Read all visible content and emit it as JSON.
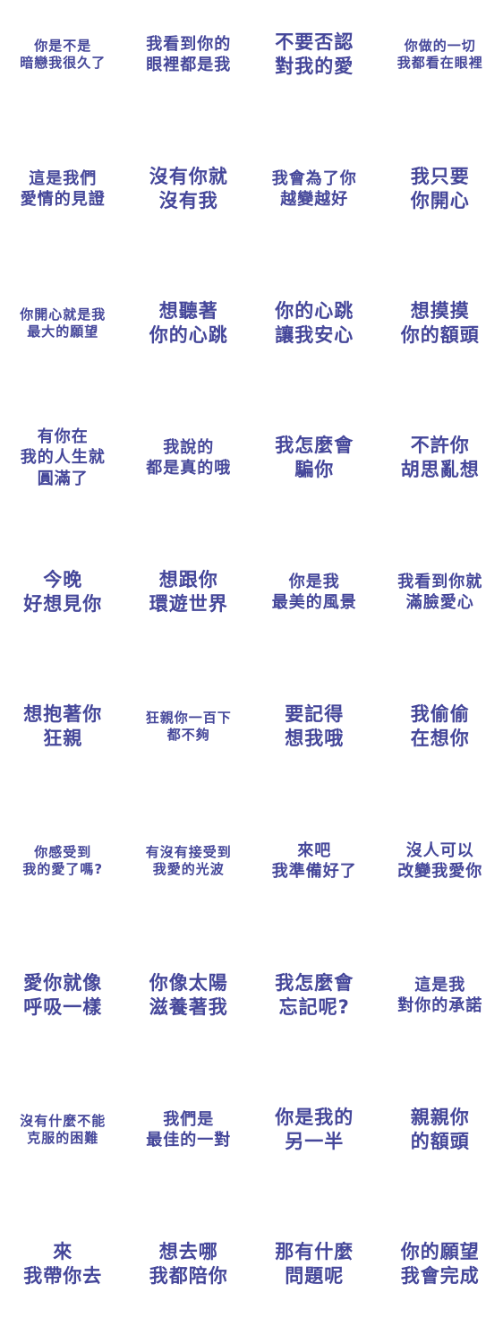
{
  "theme": {
    "text_color": "#45479a",
    "background": "#ffffff"
  },
  "stickers": [
    {
      "lines": [
        "你是不是",
        "暗戀我很久了"
      ]
    },
    {
      "lines": [
        "我看到你的",
        "眼裡都是我"
      ]
    },
    {
      "lines": [
        "不要否認",
        "對我的愛"
      ]
    },
    {
      "lines": [
        "你做的一切",
        "我都看在眼裡"
      ]
    },
    {
      "lines": [
        "這是我們",
        "愛情的見證"
      ]
    },
    {
      "lines": [
        "沒有你就",
        "沒有我"
      ]
    },
    {
      "lines": [
        "我會為了你",
        "越變越好"
      ]
    },
    {
      "lines": [
        "我只要",
        "你開心"
      ]
    },
    {
      "lines": [
        "你開心就是我",
        "最大的願望"
      ]
    },
    {
      "lines": [
        "想聽著",
        "你的心跳"
      ]
    },
    {
      "lines": [
        "你的心跳",
        "讓我安心"
      ]
    },
    {
      "lines": [
        "想摸摸",
        "你的額頭"
      ]
    },
    {
      "lines": [
        "有你在",
        "我的人生就",
        "圓滿了"
      ]
    },
    {
      "lines": [
        "我說的",
        "都是真的哦"
      ]
    },
    {
      "lines": [
        "我怎麼會",
        "騙你"
      ]
    },
    {
      "lines": [
        "不許你",
        "胡思亂想"
      ]
    },
    {
      "lines": [
        "今晚",
        "好想見你"
      ]
    },
    {
      "lines": [
        "想跟你",
        "環遊世界"
      ]
    },
    {
      "lines": [
        "你是我",
        "最美的風景"
      ]
    },
    {
      "lines": [
        "我看到你就",
        "滿臉愛心"
      ]
    },
    {
      "lines": [
        "想抱著你",
        "狂親"
      ]
    },
    {
      "lines": [
        "狂親你一百下",
        "都不夠"
      ]
    },
    {
      "lines": [
        "要記得",
        "想我哦"
      ]
    },
    {
      "lines": [
        "我偷偷",
        "在想你"
      ]
    },
    {
      "lines": [
        "你感受到",
        "我的愛了嗎?"
      ]
    },
    {
      "lines": [
        "有沒有接受到",
        "我愛的光波"
      ]
    },
    {
      "lines": [
        "來吧",
        "我準備好了"
      ]
    },
    {
      "lines": [
        "沒人可以",
        "改變我愛你"
      ]
    },
    {
      "lines": [
        "愛你就像",
        "呼吸一樣"
      ]
    },
    {
      "lines": [
        "你像太陽",
        "滋養著我"
      ]
    },
    {
      "lines": [
        "我怎麼會",
        "忘記呢?"
      ]
    },
    {
      "lines": [
        "這是我",
        "對你的承諾"
      ]
    },
    {
      "lines": [
        "沒有什麼不能",
        "克服的困難"
      ]
    },
    {
      "lines": [
        "我們是",
        "最佳的一對"
      ]
    },
    {
      "lines": [
        "你是我的",
        "另一半"
      ]
    },
    {
      "lines": [
        "親親你",
        "的額頭"
      ]
    },
    {
      "lines": [
        "來",
        "我帶你去"
      ]
    },
    {
      "lines": [
        "想去哪",
        "我都陪你"
      ]
    },
    {
      "lines": [
        "那有什麼",
        "問題呢"
      ]
    },
    {
      "lines": [
        "你的願望",
        "我會完成"
      ]
    }
  ]
}
